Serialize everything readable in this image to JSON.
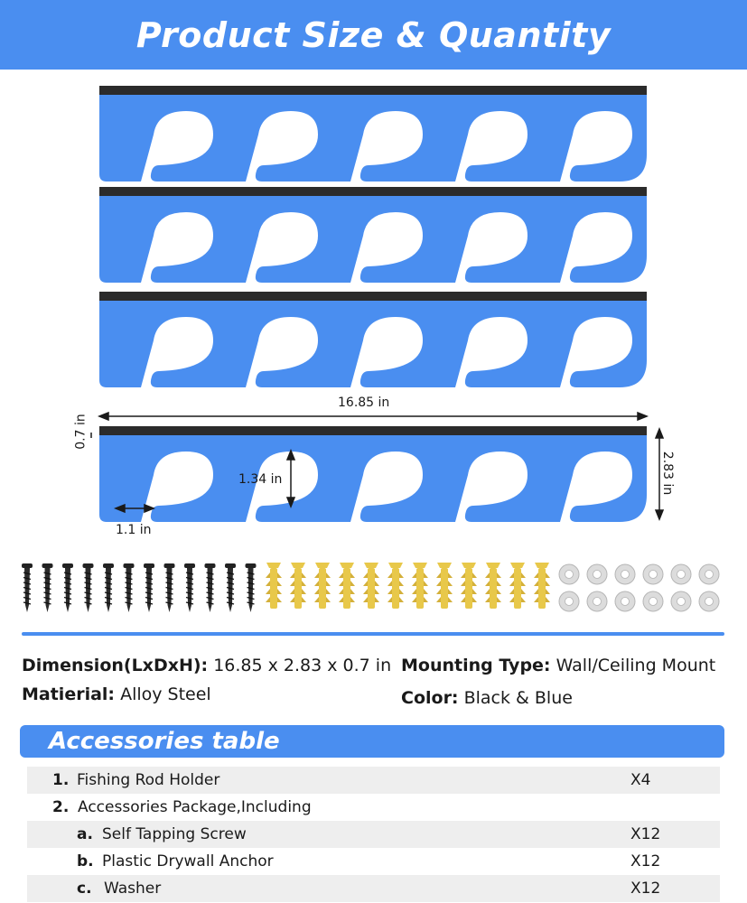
{
  "header": {
    "title": "Product Size & Quantity"
  },
  "dimensions": {
    "length": "16.85 in",
    "thickness": "0.7 in",
    "height": "2.83 in",
    "slot_depth": "1.34 in",
    "slot_gap": "1.1 in"
  },
  "hardware": {
    "screw_count": 12,
    "anchor_count": 12,
    "washer_count": 12
  },
  "specs": {
    "dimension_label": "Dimension(LxDxH):",
    "dimension_value": "16.85 x 2.83 x 0.7 in",
    "material_label": "Matierial:",
    "material_value": "Alloy Steel",
    "mounting_label": "Mounting Type:",
    "mounting_value": "Wall/Ceiling Mount",
    "color_label": "Color:",
    "color_value": "Black & Blue"
  },
  "accessories": {
    "title": "Accessories table",
    "rows": [
      {
        "num": "1.",
        "text": "Fishing Rod Holder",
        "qty": "X4"
      },
      {
        "num": "2.",
        "text": "Accessories Package,Including",
        "qty": ""
      },
      {
        "num": "a.",
        "text": "Self Tapping Screw",
        "qty": "X12"
      },
      {
        "num": "b.",
        "text": "Plastic Drywall Anchor",
        "qty": "X12"
      },
      {
        "num": "c.",
        "text": "Washer",
        "qty": "X12"
      }
    ]
  },
  "colors": {
    "accent": "#4a8ef0",
    "rack_blue": "#4a8ef0",
    "rack_strip": "#2b2b2b",
    "anchor_yellow": "#e8c84a"
  }
}
